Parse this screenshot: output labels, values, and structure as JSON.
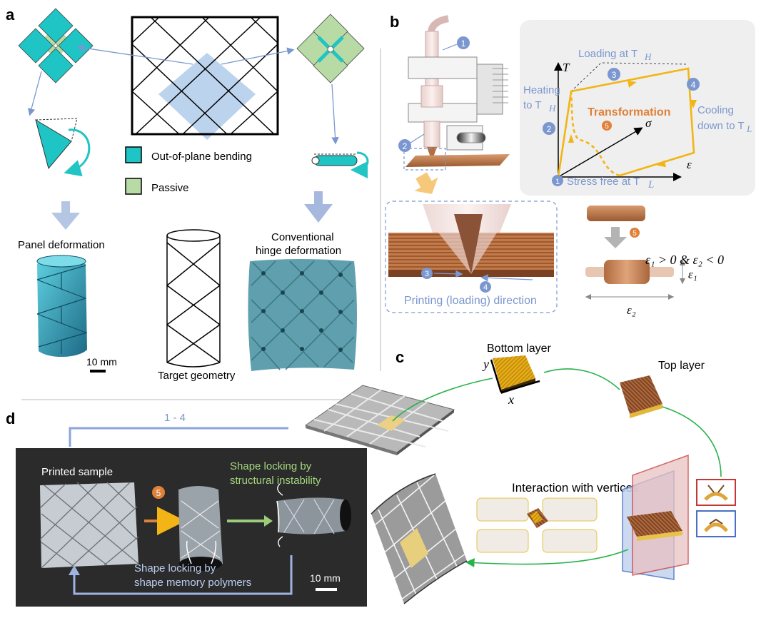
{
  "panels": {
    "a": "a",
    "b": "b",
    "c": "c",
    "d": "d"
  },
  "panel_a": {
    "legend": [
      {
        "label": "Out-of-plane bending",
        "color": "#1fc4c4"
      },
      {
        "label": "Passive",
        "color": "#b8dba5"
      }
    ],
    "panel_deformation": "Panel deformation",
    "conventional_line1": "Conventional",
    "conventional_line2": "hinge deformation",
    "target_geometry": "Target geometry",
    "scale_bar": "10 mm"
  },
  "panel_b": {
    "cycle": {
      "t_axis": "T",
      "sigma_axis": "σ",
      "eps_axis": "ε",
      "step1_num": "1",
      "step1": "Stress free at T",
      "step1_sub": "L",
      "step2_num": "2",
      "step2_line1": "Heating",
      "step2_line2": "to T",
      "step2_sub": "H",
      "step3_num": "3",
      "step3": "Loading at T",
      "step3_sub": "H",
      "step4_num": "4",
      "step4_line1": "Cooling",
      "step4_line2": "down to T",
      "step4_sub": "L",
      "step5_num": "5",
      "transformation": "Transformation"
    },
    "nozzle_labels": [
      "1",
      "2"
    ],
    "zoom_labels": [
      "3",
      "4"
    ],
    "printing_direction": "Printing (loading) direction",
    "strain_condition": "ε₁ > 0 & ε₂ < 0",
    "eps1": "ε₁",
    "eps2": "ε₂",
    "step5_marker": "5"
  },
  "panel_c": {
    "bottom_layer": "Bottom layer",
    "top_layer": "Top layer",
    "x_axis": "x",
    "y_axis": "y",
    "interaction": "Interaction with vertices"
  },
  "panel_d": {
    "steps_label": "1 - 4",
    "printed_sample": "Printed sample",
    "step5": "5",
    "locking_instability_line1": "Shape locking by",
    "locking_instability_line2": "structural instability",
    "locking_smp_line1": "Shape locking by",
    "locking_smp_line2": "shape memory polymers",
    "scale_bar": "10 mm"
  }
}
